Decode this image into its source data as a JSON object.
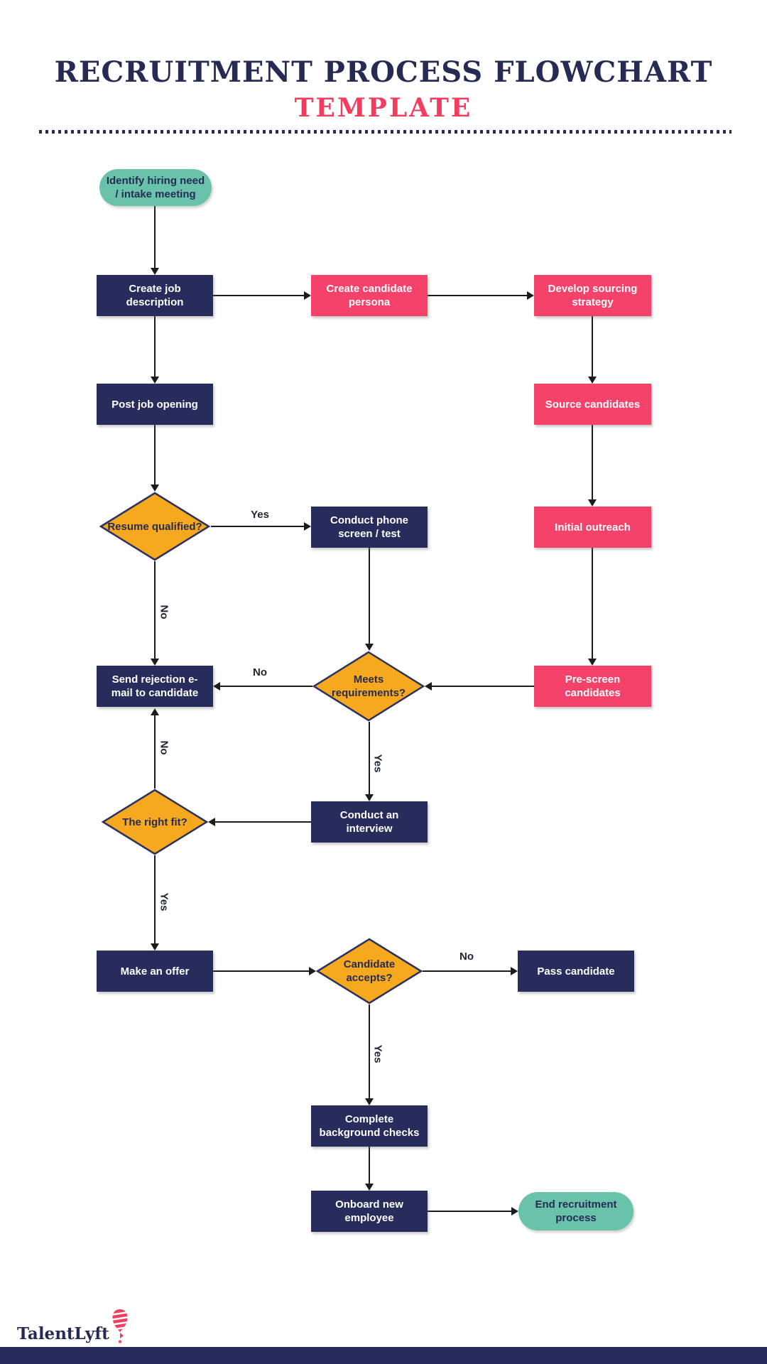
{
  "colors": {
    "navy": "#272c5c",
    "pink": "#f4426a",
    "teal": "#68c3aa",
    "orange": "#f6a81f",
    "diamond_border": "#2d3160",
    "title_navy": "#262b54",
    "subtitle_pink": "#f43d5e",
    "line": "#1c1c1c",
    "label_text": "#202437"
  },
  "header": {
    "title": "RECRUITMENT PROCESS FLOWCHART",
    "subtitle": "TEMPLATE"
  },
  "nodes": {
    "start": {
      "type": "start",
      "label": "Identify hiring need\n/ intake meeting"
    },
    "create_job": {
      "type": "process",
      "label": "Create job\ndescription"
    },
    "persona": {
      "type": "process",
      "label": "Create candidate\npersona"
    },
    "sourcing_strategy": {
      "type": "process",
      "label": "Develop sourcing\nstrategy"
    },
    "post_job": {
      "type": "process",
      "label": "Post job opening"
    },
    "source_candidates": {
      "type": "process",
      "label": "Source candidates"
    },
    "resume_qualified": {
      "type": "decision",
      "label": "Resume qualified?"
    },
    "phone_screen": {
      "type": "process",
      "label": "Conduct phone\nscreen / test"
    },
    "initial_outreach": {
      "type": "process",
      "label": "Initial outreach"
    },
    "rejection": {
      "type": "process",
      "label": "Send rejection e-\nmail to candidate"
    },
    "meets_requirements": {
      "type": "decision",
      "label": "Meets\nrequirements?"
    },
    "prescreen": {
      "type": "process",
      "label": "Pre-screen\ncandidates"
    },
    "right_fit": {
      "type": "decision",
      "label": "The right fit?"
    },
    "interview": {
      "type": "process",
      "label": "Conduct an\ninterview"
    },
    "make_offer": {
      "type": "process",
      "label": "Make an offer"
    },
    "candidate_accepts": {
      "type": "decision",
      "label": "Candidate\naccepts?"
    },
    "pass_candidate": {
      "type": "process",
      "label": "Pass candidate"
    },
    "background_checks": {
      "type": "process",
      "label": "Complete\nbackground checks"
    },
    "onboard": {
      "type": "process",
      "label": "Onboard new\nemployee"
    },
    "end": {
      "type": "end",
      "label": "End recruitment\nprocess"
    }
  },
  "edge_labels": {
    "resume_yes": "Yes",
    "resume_no": "No",
    "meets_no": "No",
    "meets_yes": "Yes",
    "fit_no": "No",
    "fit_yes": "Yes",
    "accepts_no": "No",
    "accepts_yes": "Yes"
  },
  "footer": {
    "brand": "TalentLyft",
    "logo_icon": "balloon-icon"
  }
}
